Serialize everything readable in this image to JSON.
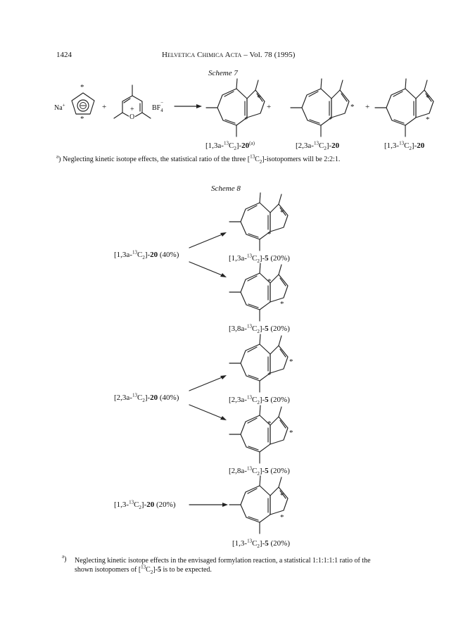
{
  "page_number": "1424",
  "running_head": {
    "journal": "Helvetica Chimica Acta",
    "volume": " – Vol. 78 (1995)"
  },
  "scheme7": {
    "caption": "Scheme 7",
    "reactant_cation": "Na",
    "reactant_cation_charge": "+",
    "cp_charge": "−",
    "plus": "+",
    "pyrylium_charge": "+",
    "pyrylium_o": "O",
    "counterion": "BF",
    "counterion_sub": "4",
    "counterion_sup": "−",
    "star": "*",
    "products": [
      {
        "pre": "[1,3a-",
        "mass": "13",
        "c": "C",
        "n": "2",
        "post": "]-",
        "num": "20",
        "note": "a"
      },
      {
        "pre": "[2,3a-",
        "mass": "13",
        "c": "C",
        "n": "2",
        "post": "]-",
        "num": "20",
        "note": ""
      },
      {
        "pre": "[1,3-",
        "mass": "13",
        "c": "C",
        "n": "2",
        "post": "]-",
        "num": "20",
        "note": ""
      }
    ],
    "footnote": {
      "mark": "a",
      "pre": ") Neglecting kinetic isotope effects, the statistical ratio of the three [",
      "mass": "13",
      "post": "C",
      "n": "2",
      "tail": "]-isotopomers will be 2:2:1."
    }
  },
  "scheme8": {
    "caption": "Scheme 8",
    "sources": [
      {
        "pre": "[1,3a-",
        "mass": "13",
        "c": "C",
        "n": "2",
        "post": "]-",
        "num": "20",
        "pct": " (40%)"
      },
      {
        "pre": "[2,3a-",
        "mass": "13",
        "c": "C",
        "n": "2",
        "post": "]-",
        "num": "20",
        "pct": " (40%)"
      },
      {
        "pre": "[1,3-",
        "mass": "13",
        "c": "C",
        "n": "2",
        "post": "]-",
        "num": "20",
        "pct": " (20%)"
      }
    ],
    "products": [
      {
        "pre": "[1,3a-",
        "mass": "13",
        "c": "C",
        "n": "2",
        "post": "]-",
        "num": "5",
        "pct": " (20%)"
      },
      {
        "pre": "[3,8a-",
        "mass": "13",
        "c": "C",
        "n": "2",
        "post": "]-",
        "num": "5",
        "pct": " (20%)"
      },
      {
        "pre": "[2,3a-",
        "mass": "13",
        "c": "C",
        "n": "2",
        "post": "]-",
        "num": "5",
        "pct": " (20%)"
      },
      {
        "pre": "[2,8a-",
        "mass": "13",
        "c": "C",
        "n": "2",
        "post": "]-",
        "num": "5",
        "pct": " (20%)"
      },
      {
        "pre": "[1,3-",
        "mass": "13",
        "c": "C",
        "n": "2",
        "post": "]-",
        "num": "5",
        "pct": " (20%)"
      }
    ],
    "footnote": {
      "mark": "a",
      "line1": "Neglecting kinetic isotope effects in the envisaged formylation reaction, a statistical 1:1:1:1:1 ratio of the",
      "line2_pre": "shown isotopomers of [",
      "mass": "13",
      "c": "C",
      "n": "2",
      "post": "]-",
      "num": "5",
      "tail": " is to be expected."
    }
  }
}
